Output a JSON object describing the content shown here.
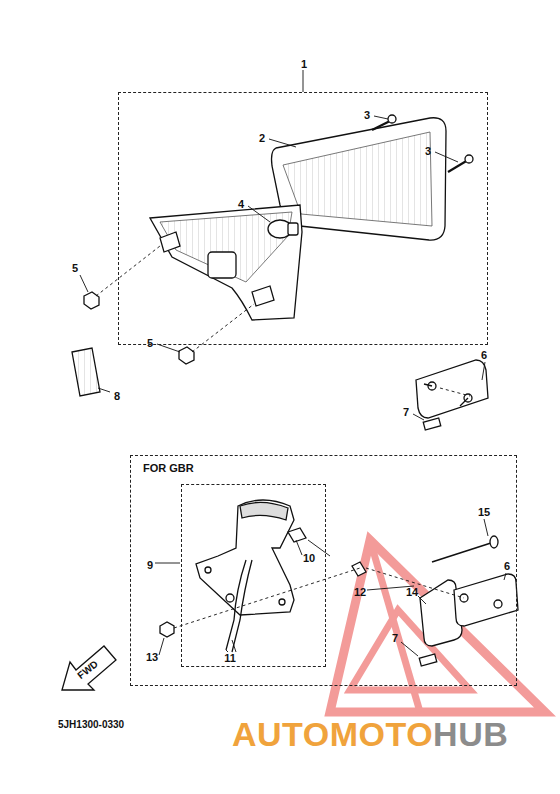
{
  "diagram": {
    "nodes": [
      {
        "text": [
          "1"
        ]
      },
      {
        "text": [
          "FOR GBR"
        ]
      },
      {
        "text": [
          "9"
        ],
        "in": 1
      }
    ],
    "labels": [
      "3",
      "2",
      "3",
      "4",
      "5",
      "5",
      "6",
      "7",
      "8",
      "10",
      "11",
      "12",
      "13",
      "14",
      "15",
      "6",
      "7",
      "FWD",
      "5JH1300-0330",
      "AUTOMOTO",
      "HUB"
    ]
  }
}
